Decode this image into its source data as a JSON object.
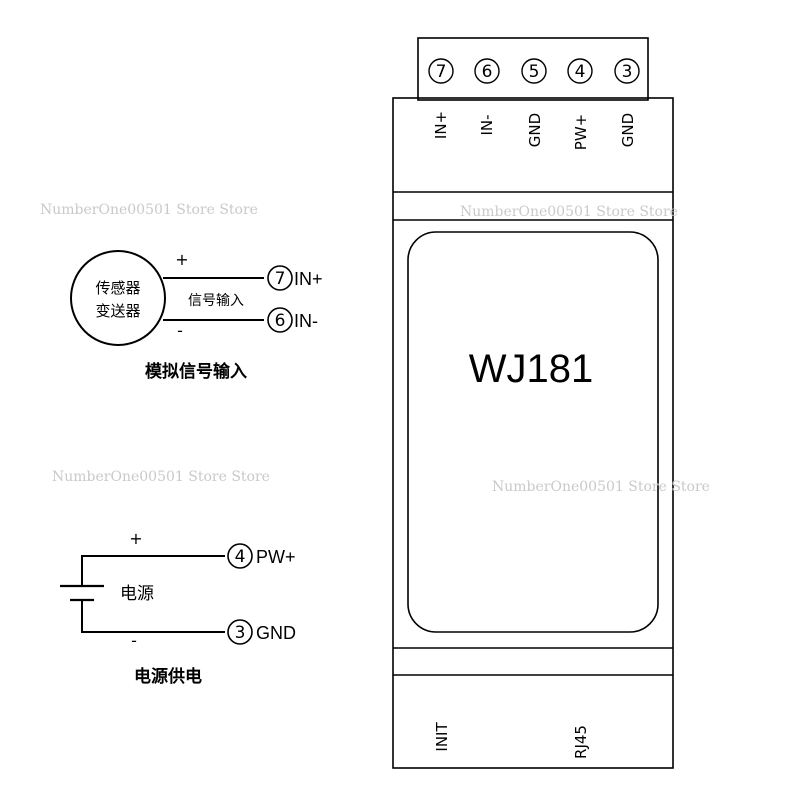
{
  "module": {
    "name": "WJ181",
    "terminals": [
      {
        "num": "7",
        "label": "IN+"
      },
      {
        "num": "6",
        "label": "IN-"
      },
      {
        "num": "5",
        "label": "GND"
      },
      {
        "num": "4",
        "label": "PW+"
      },
      {
        "num": "3",
        "label": "GND"
      }
    ],
    "bottom_labels": [
      "INIT",
      "RJ45"
    ]
  },
  "sensor_wiring": {
    "sensor_line1": "传感器",
    "sensor_line2": "变送器",
    "plus": "+",
    "minus": "-",
    "signal_label": "信号输入",
    "caption": "模拟信号输入",
    "term_in_plus": {
      "num": "7",
      "label": "IN+"
    },
    "term_in_minus": {
      "num": "6",
      "label": "IN-"
    }
  },
  "power_wiring": {
    "plus": "+",
    "minus": "-",
    "source_label": "电源",
    "caption": "电源供电",
    "term_pw_plus": {
      "num": "4",
      "label": "PW+"
    },
    "term_gnd": {
      "num": "3",
      "label": "GND"
    }
  },
  "watermark": "NumberOne00501 Store Store"
}
